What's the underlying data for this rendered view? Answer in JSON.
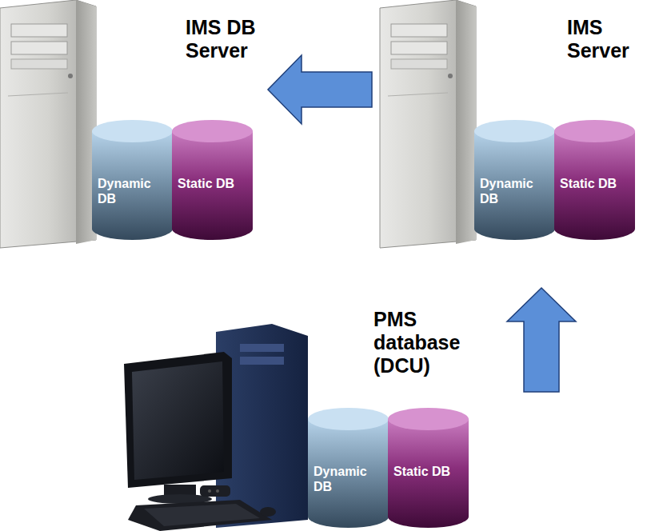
{
  "diagram": {
    "nodes": [
      {
        "text": [
          "IMS DB Server"
        ]
      },
      {
        "text": [
          "Dynamic DB"
        ],
        "in": 0
      },
      {
        "text": [
          "Static DB"
        ],
        "in": 0
      },
      {
        "text": [
          "IMS Server"
        ]
      },
      {
        "text": [
          "Dynamic DB"
        ],
        "in": 3
      },
      {
        "text": [
          "Static DB"
        ],
        "in": 3
      },
      {
        "text": [
          "PMS database (DCU)"
        ]
      },
      {
        "text": [
          "Dynamic DB"
        ],
        "in": 6
      },
      {
        "text": [
          "Static DB"
        ],
        "in": 6
      }
    ],
    "edges": [
      {
        "from": 6,
        "to": 3,
        "arrow": "to"
      },
      {
        "from": 3,
        "to": 0,
        "arrow": "to"
      }
    ]
  }
}
